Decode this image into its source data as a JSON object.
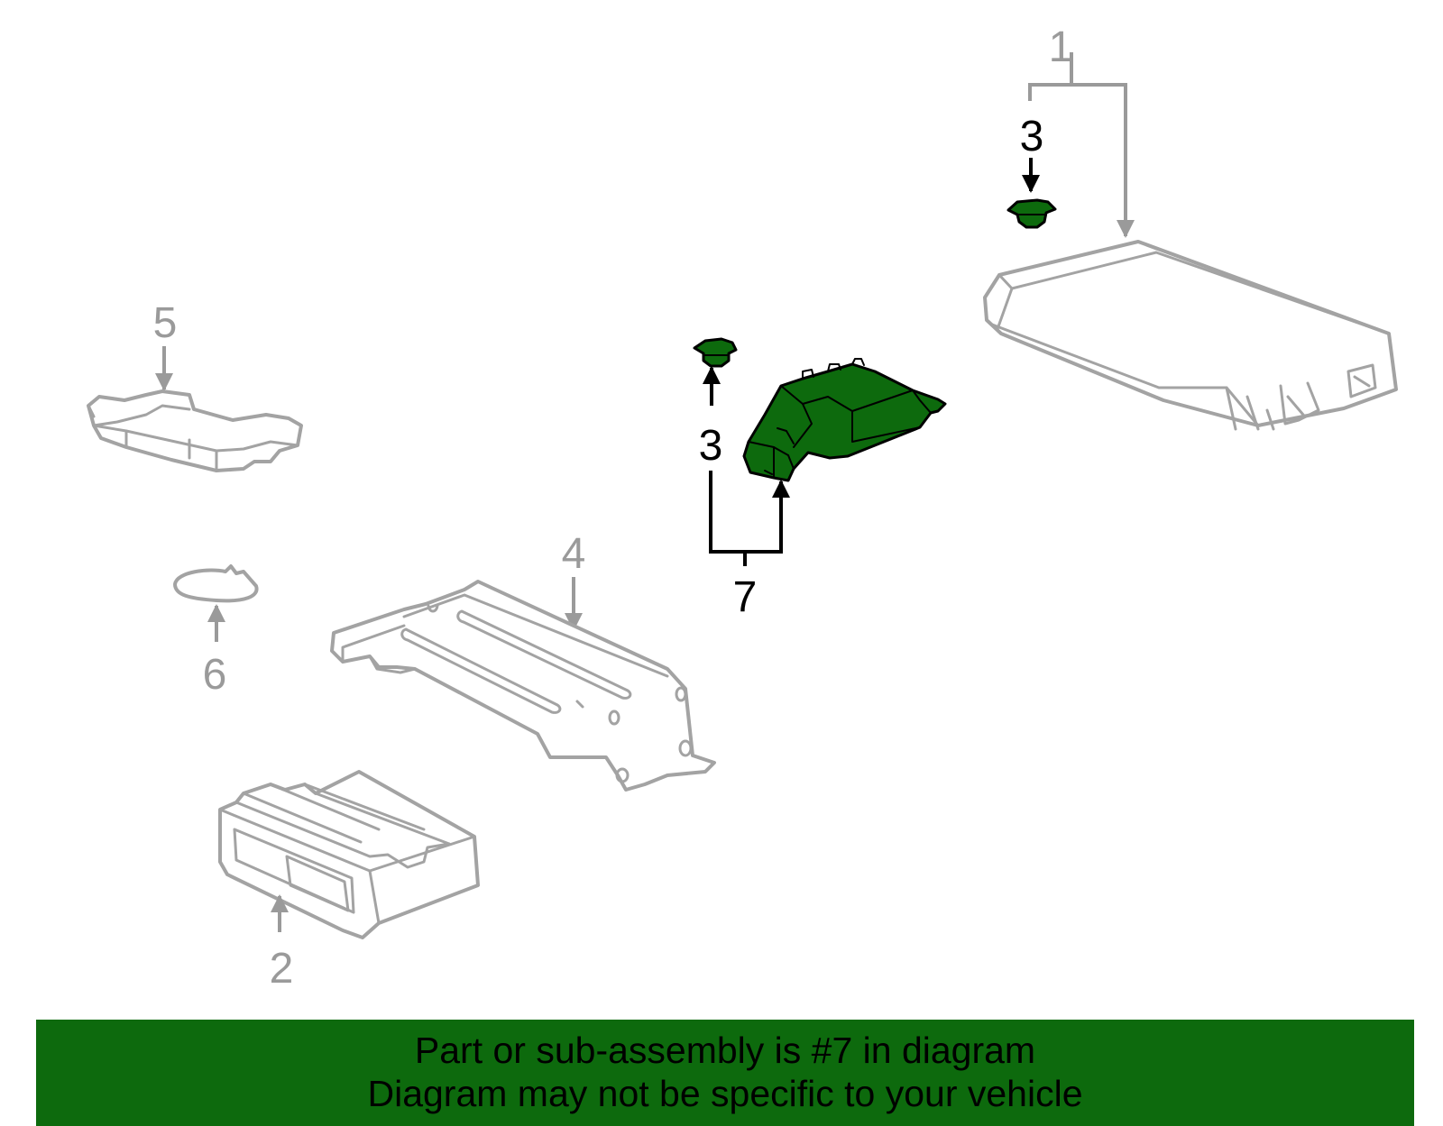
{
  "callouts": {
    "c1": "1",
    "c2": "2",
    "c3_top": "3",
    "c3_mid": "3",
    "c4": "4",
    "c5": "5",
    "c6": "6",
    "c7": "7"
  },
  "banner": {
    "line1": "Part or sub-assembly is #7 in diagram",
    "line2": "Diagram may not be specific to your vehicle"
  },
  "colors": {
    "highlight": "#0d6a0d",
    "outline_gray": "#a3a3a3",
    "banner": "#0d6a0d"
  }
}
